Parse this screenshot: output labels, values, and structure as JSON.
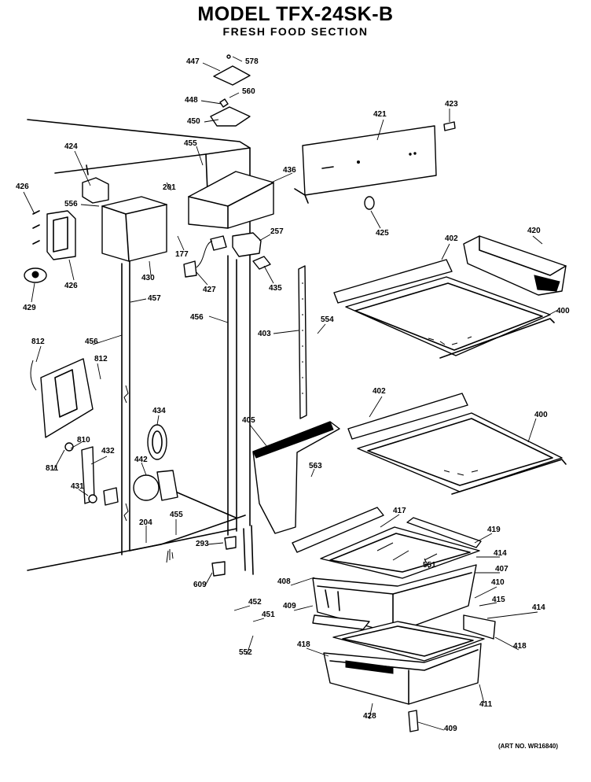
{
  "header": {
    "title": "MODEL TFX-24SK-B",
    "subtitle": "FRESH FOOD SECTION"
  },
  "footer": {
    "art_number": "(ART NO. WR16840)"
  },
  "part_labels": {
    "p400a": "400",
    "p400b": "400",
    "p402a": "402",
    "p402b": "402",
    "p403": "403",
    "p405": "405",
    "p407": "407",
    "p408": "408",
    "p409a": "409",
    "p409b": "409",
    "p410": "410",
    "p411": "411",
    "p414a": "414",
    "p414b": "414",
    "p415": "415",
    "p417": "417",
    "p418a": "418",
    "p418b": "418",
    "p419": "419",
    "p420": "420",
    "p421": "421",
    "p423": "423",
    "p424": "424",
    "p425": "425",
    "p426a": "426",
    "p426b": "426",
    "p427": "427",
    "p428": "428",
    "p429": "429",
    "p430": "430",
    "p431": "431",
    "p432": "432",
    "p434": "434",
    "p435": "435",
    "p436": "436",
    "p442": "442",
    "p447": "447",
    "p448": "448",
    "p450": "450",
    "p451": "451",
    "p452": "452",
    "p455a": "455",
    "p455b": "455",
    "p456a": "456",
    "p456b": "456",
    "p457": "457",
    "p551": "551",
    "p552": "552",
    "p554": "554",
    "p556": "556",
    "p560": "560",
    "p563": "563",
    "p578": "578",
    "p609": "609",
    "p810": "810",
    "p811": "811",
    "p812a": "812",
    "p812b": "812",
    "p177": "177",
    "p201": "201",
    "p204": "204",
    "p257": "257",
    "p293": "293"
  }
}
